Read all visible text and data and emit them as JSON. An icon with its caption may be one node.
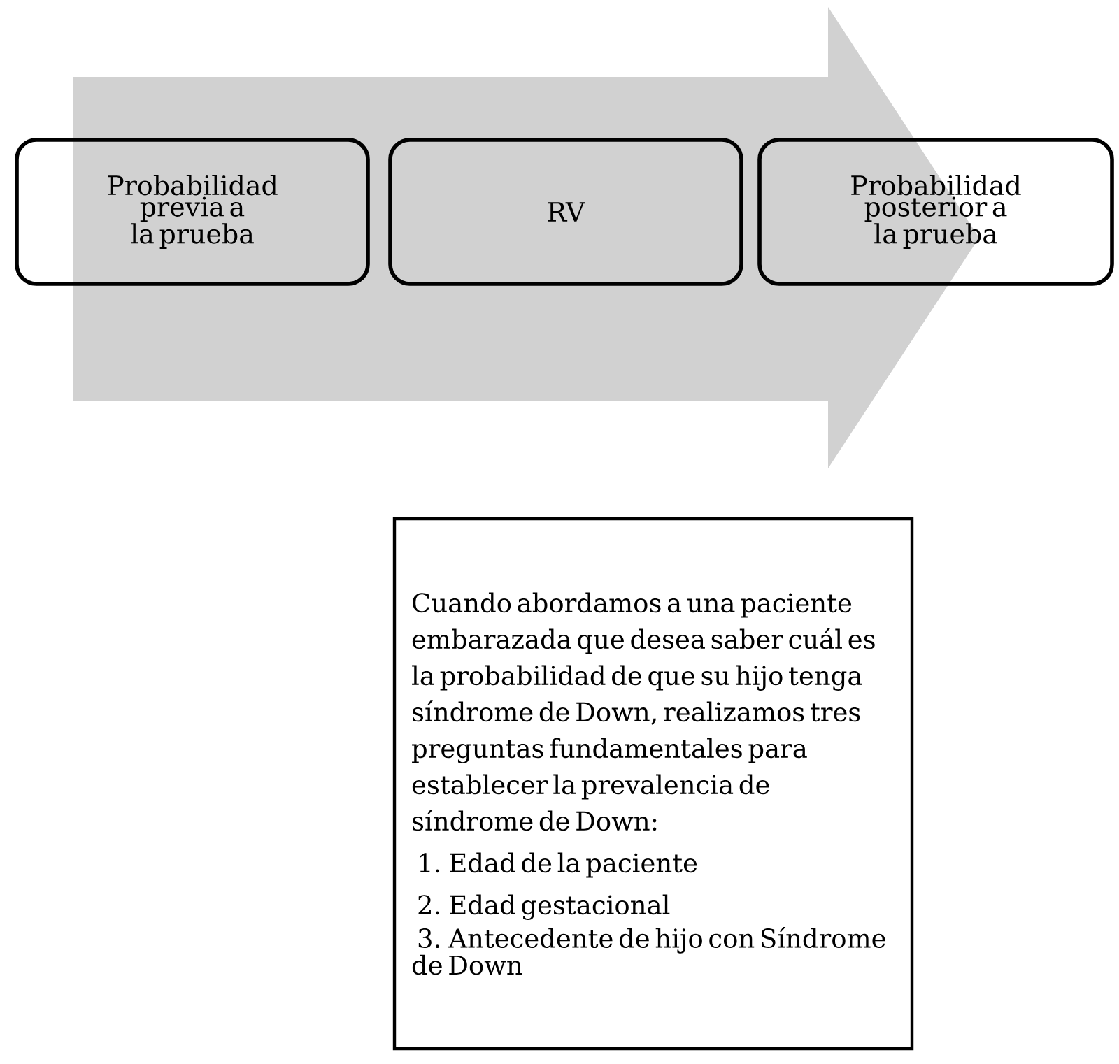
{
  "diagram": {
    "nodes": [
      {
        "text": [
          "Probabilidad previa a la prueba"
        ]
      },
      {
        "text": [
          "RV"
        ]
      },
      {
        "text": [
          "Probabilidad posterior a la prueba"
        ]
      },
      {
        "text": [
          "Cuando abordamos a una paciente embarazada que desea saber cuál es la probabilidad de que su hijo tenga síndrome de Down, realizamos tres preguntas fundamentales para establecer la prevalencia de síndrome de Down:",
          "1. Edad de la paciente",
          "2. Edad gestacional",
          "3. Antecedente de hijo con Síndrome de Down"
        ]
      }
    ]
  }
}
